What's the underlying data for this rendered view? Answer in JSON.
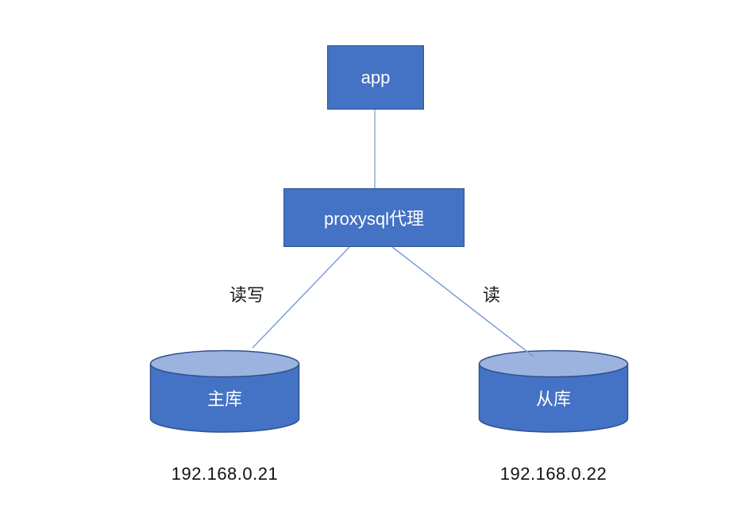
{
  "diagram": {
    "nodes": {
      "app": {
        "label": "app"
      },
      "proxy": {
        "label": "proxysql代理"
      },
      "primary": {
        "label": "主库",
        "ip": "192.168.0.21"
      },
      "replica": {
        "label": "从库",
        "ip": "192.168.0.22"
      }
    },
    "edges": {
      "read_write_label": "读写",
      "read_label": "读"
    },
    "colors": {
      "node_fill": "#4472C4",
      "node_border": "#2F528F",
      "cylinder_top_fill": "#9CB3DF",
      "connector_vertical": "#8FAADC",
      "connector_diagonal": "#7C9CD9",
      "node_text": "#FFFFFF",
      "label_text": "#1A1A1A"
    }
  }
}
